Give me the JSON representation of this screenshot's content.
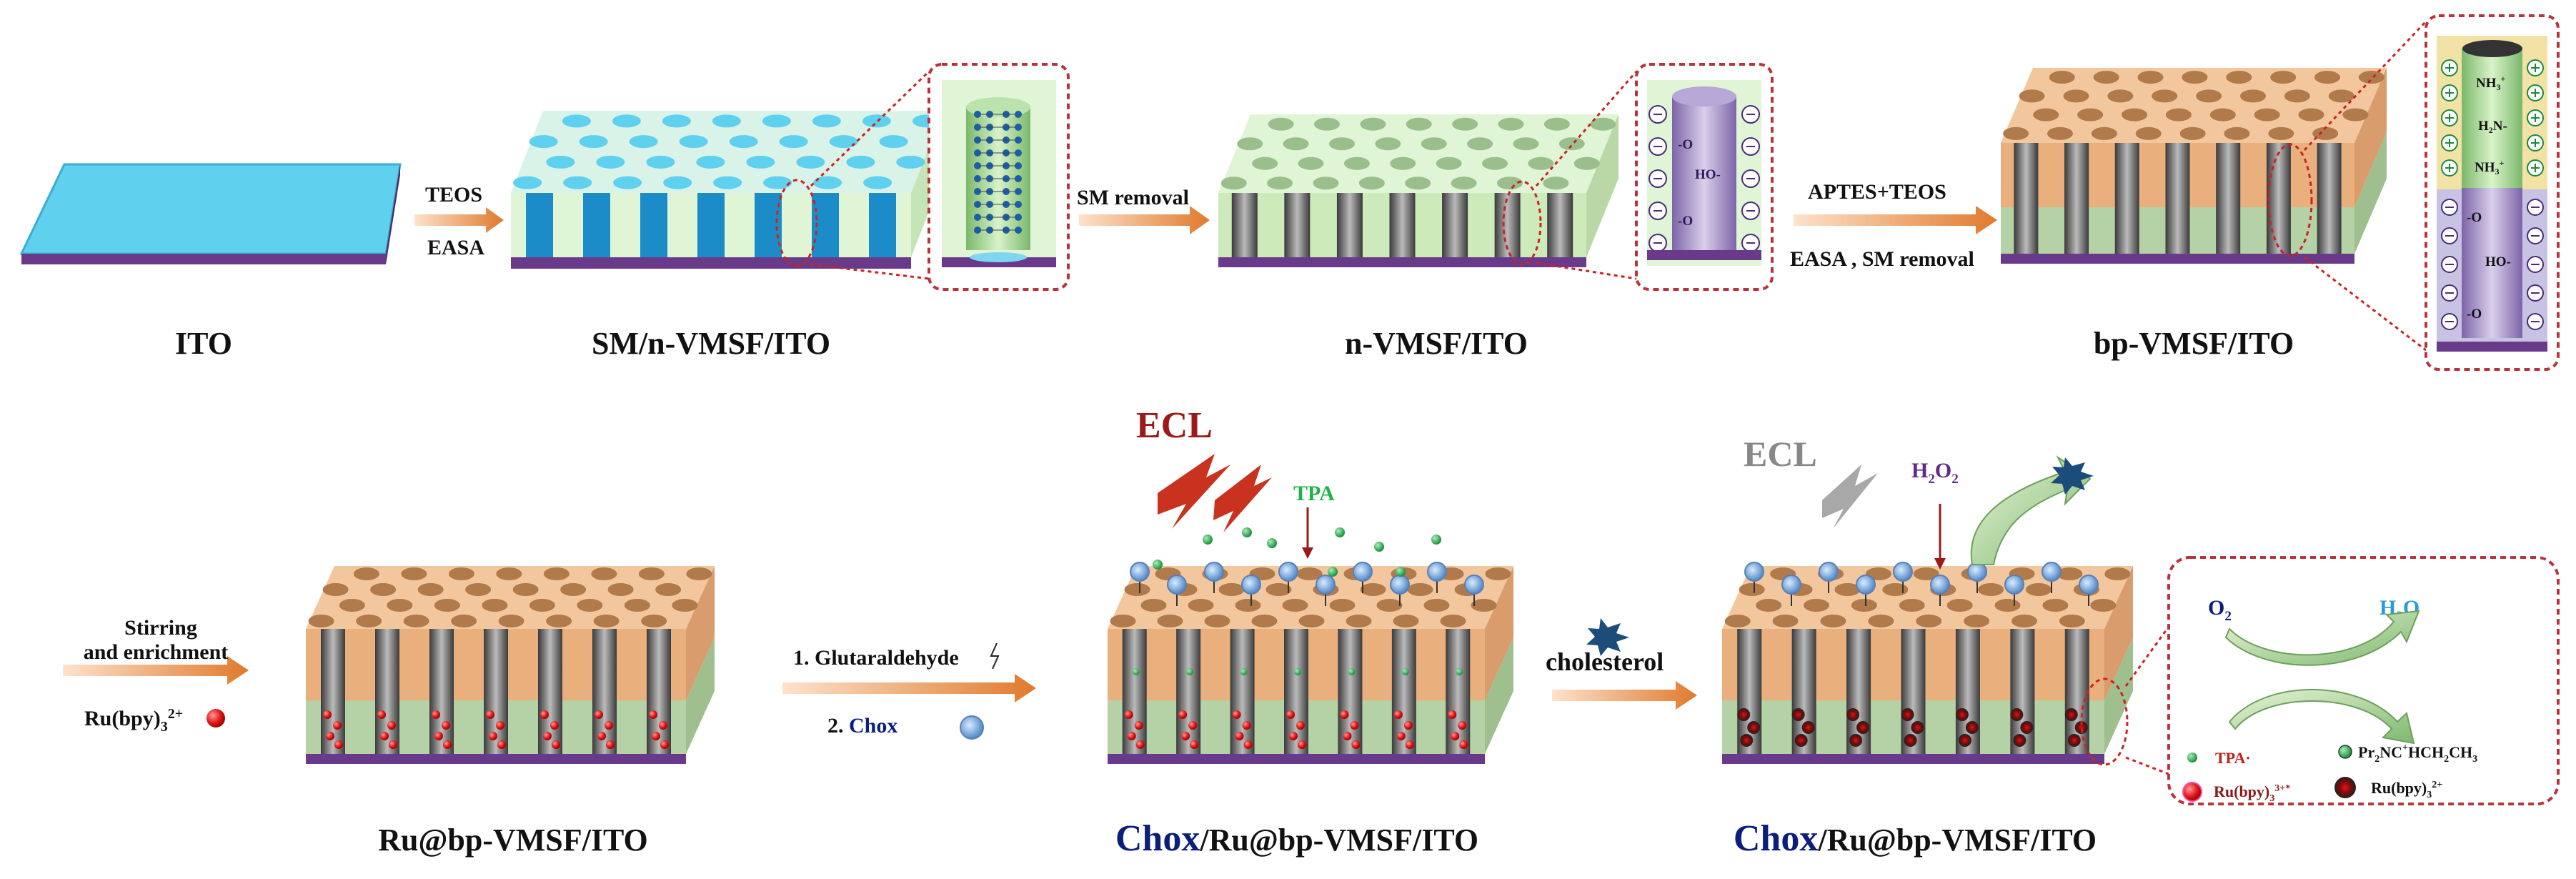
{
  "labels": {
    "ito": "ITO",
    "sm_nvmsf": "SM/n-VMSF/ITO",
    "n_vmsf": "n-VMSF/ITO",
    "bp_vmsf": "bp-VMSF/ITO",
    "ru_bp": "Ru@bp-VMSF/ITO",
    "chox_prefix": "Chox",
    "chox_suffix": "/Ru@bp-VMSF/ITO",
    "chox_prefix_2": "Chox",
    "chox_suffix_2": "/Ru@bp-VMSF/ITO"
  },
  "steps": {
    "teos": "TEOS",
    "easa": "EASA",
    "sm_removal": "SM removal",
    "aptes_teos": "APTES+TEOS",
    "easa_sm_removal": "EASA , SM removal",
    "stirring": "Stirring",
    "enrichment": "and enrichment",
    "ru_reagent": "Ru(bpy)",
    "ru_sub": "3",
    "ru_sup": "2+",
    "glutaraldehyde": "1. Glutaraldehyde",
    "chox_num": "2. ",
    "chox_word": "Chox",
    "cholesterol": "cholesterol"
  },
  "annotations": {
    "ecl_1": "ECL",
    "tpa": "TPA",
    "ecl_2": "ECL",
    "h2o2": "H",
    "h2o2_sub": "2",
    "h2o2_tail": "O",
    "h2o2_sub2": "2"
  },
  "inset_charges": {
    "o_minus": "-O",
    "ho": "HO-",
    "nh3": "NH",
    "nh3_sub": "3",
    "nh3_sup": "+",
    "h2n": "H",
    "h2n_sub": "2",
    "h2n_tail": "N-"
  },
  "mechanism": {
    "o2": "O",
    "o2_sub": "2",
    "h2o": "H",
    "h2o_sub": "2",
    "h2o_tail": "O",
    "tpa_rad": "TPA·",
    "pr2": "Pr",
    "pr2_sub": "2",
    "pr2_tail": "NC",
    "pr2_sup": "+",
    "pr2_end": "HCH",
    "pr2_sub2": "2",
    "pr2_end2": "CH",
    "pr2_sub3": "3",
    "ru_plus": "Ru(bpy)",
    "ru_plus_sub": "3",
    "ru_plus_sup": "3+*",
    "ru_two": "Ru(bpy)",
    "ru_two_sub": "3",
    "ru_two_sup": "2+"
  },
  "colors": {
    "ito_glass": "#5fd0ee",
    "substrate": "#6a3a8a",
    "silica_light": "#dff5d6",
    "silica_green": "#b9d8a6",
    "silica_orange": "#f0b98a",
    "pore_blue": "#2a8bc4",
    "ru_red": "#e01515",
    "tpa_green": "#1db34a",
    "arrow_orange": "#e07a2c",
    "chox_blue": "#0b1e7a",
    "inset_border": "#b8333a",
    "ecl_red": "#c8321e",
    "ecl_dark_red": "#9a1a1a"
  }
}
